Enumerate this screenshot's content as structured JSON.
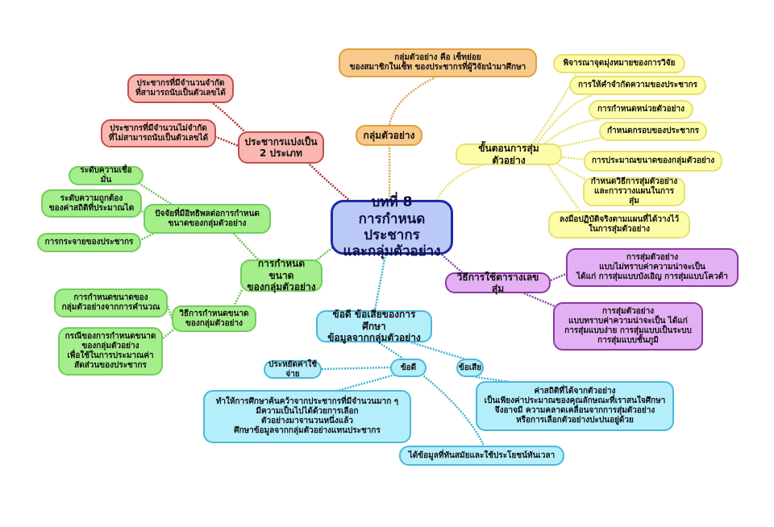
{
  "center": {
    "title": "บทที่ 8\nการกำหนดประชากร\nและกลุ่มตัวอย่าง"
  },
  "population": {
    "label": "ประชากรแบ่งเป็น\n2 ประเภท",
    "items": [
      "ประชากรที่มีจำนวนจำกัด\nที่สามารถนับเป็นตัวเลขได้",
      "ประชากรที่มีจำนวนไม่จำกัด\nที่ไม่สามารถนับเป็นตัวเลขได้"
    ]
  },
  "sample": {
    "label": "กลุ่มตัวอย่าง",
    "definition": "กลุ่มตัวอย่าง คือ เซ็ทย่อย\nของสมาชิกในเซ็ท ของประชากรที่ผู้วิจัยนำมาศึกษา"
  },
  "steps": {
    "label": "ขั้นตอนการสุ่มตัวอย่าง",
    "items": [
      "พิจารณาจุดมุ่งหมายของการวิจัย",
      "การให้คำจำกัดความของประชากร",
      "การกำหนดหน่วยตัวอย่าง",
      "กำหนดกรอบของประชากร",
      "การประมาณขนาดของกลุ่มตัวอย่าง",
      "กำหนดวิธีการสุ่มตัวอย่าง\nและการวางแผนในการสุ่ม",
      "ลงมือปฏิบัติจริงตามแผนที่ได้วางไว้\nในการสุ่มตัวอย่าง"
    ]
  },
  "random_table": {
    "label": "วิธีการใช้ตารางเลขสุ่ม",
    "items": [
      "การสุ่มตัวอย่าง\nแบบไม่ทราบค่าความน่าจะเป็น\nได้แก่ การสุ่มแบบบังเอิญ การสุ่มแบบโควต้า",
      "การสุ่มตัวอย่าง\nแบบทราบค่าความน่าจะเป็น ได้แก่\nการสุ่มแบบง่าย การสุ่มแบบเป็นระบบ\nการสุ่มแบบชั้นภูมิ"
    ]
  },
  "size": {
    "label": "การกำหนดขนาด\nของกลุ่มตัวอย่าง",
    "factors": {
      "label": "ปัจจัยที่มีอิทธิพลต่อการกำหนด\nขนาดของกลุ่มตัวอย่าง",
      "items": [
        "ระดับความเชื่อมั่น",
        "ระดับความถูกต้อง\nของค่าสถิติที่ประมาณได",
        "การกระจายของประชากร"
      ]
    },
    "methods": {
      "label": "วิธีการกำหนดขนาด\nของกลุ่มตัวอย่าง",
      "items": [
        "การกำหนดขนาดของ\nกลุ่มตัวอย่างจากการคำนวณ",
        "กรณีของการกำหนดขนาด\nของกลุ่มตัวอย่าง\nเพื่อใช้ในการประมาณค่า\nสัดส่วนของประชากร"
      ]
    }
  },
  "proscons": {
    "label": "ข้อดี ข้อเสียของการศึกษา\nข้อมูลจากกลุ่มตัวอย่าง",
    "pros": {
      "label": "ข้อดี",
      "items": [
        "ประหยัดค่าใช้จ่าย",
        "ทำให้การศึกษาค้นคว้าจากประชากรที่มีจำนวนมาก ๆ\nมีความเป็นไปได้ด้วยการเลือก\nตัวอย่างมาจานวนหนึ่งแล้ว\nศึกษาข้อมูลจากกลุ่มตัวอย่างแทนประชากร",
        "ได้ข้อมูลที่ทันสมัยและใช้ประโยชน์ทันเวลา"
      ]
    },
    "cons": {
      "label": "ข้อเสีย",
      "items": [
        "ค่าสถิติที่ได้จากตัวอย่าง\nเป็นเพียงค่าประมาณของคุณลักษณะที่เราสนใจศึกษา\nจึงอาจมี ความคลาดเคลื่อนจากการสุ่มตัวอย่าง\nหรือการเลือกตัวอย่างปะปนอยู่ด้วย"
      ]
    }
  },
  "colors": {
    "red": "#c0504d",
    "orange": "#e0a040",
    "yellow": "#e8e070",
    "purple": "#8a3aa0",
    "green": "#74cc5c",
    "cyan": "#4cb8d8",
    "center": "#1a2aa8"
  }
}
